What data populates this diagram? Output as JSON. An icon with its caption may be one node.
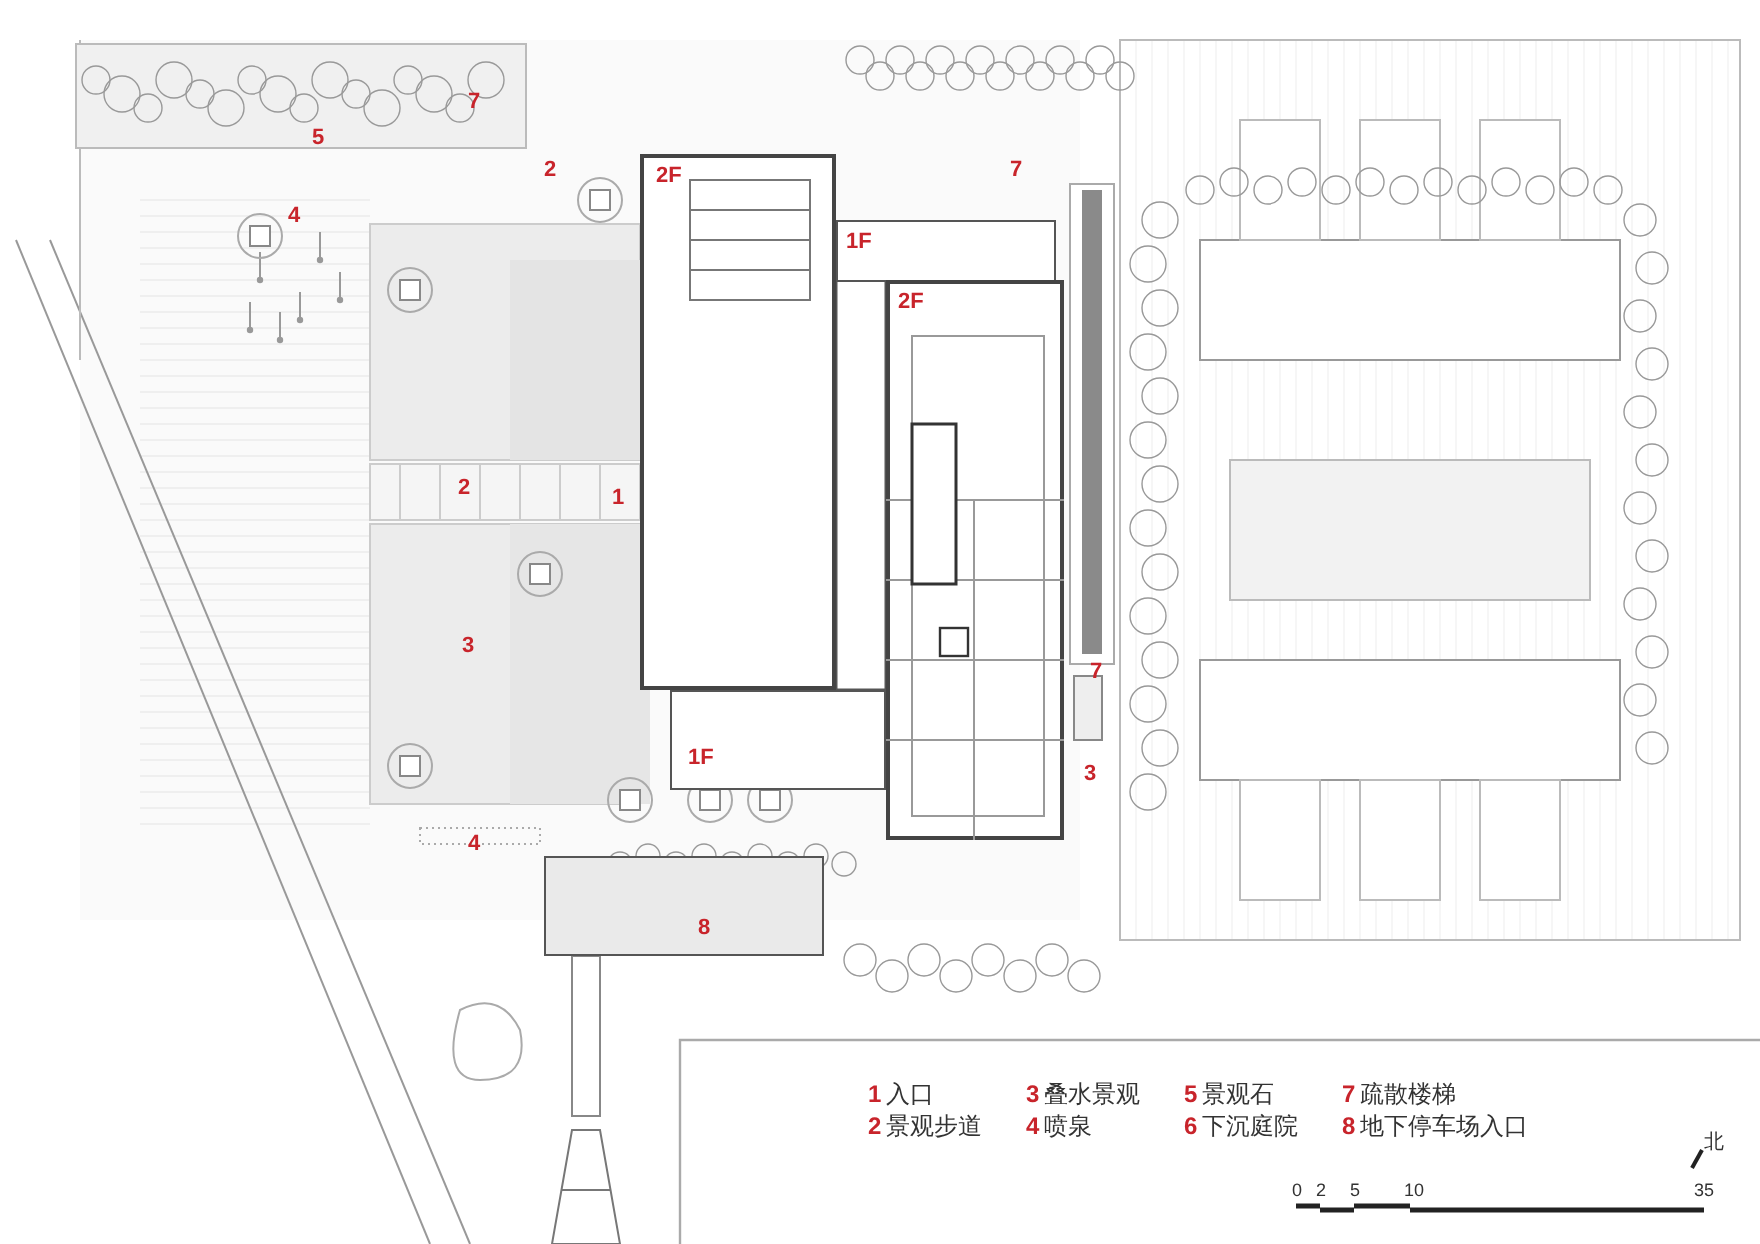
{
  "diagram": {
    "nodes": [
      {
        "text": [
          "2F"
        ]
      },
      {
        "text": [
          "1F"
        ]
      },
      {
        "text": [
          "2F"
        ]
      },
      {
        "text": [
          "1F"
        ]
      },
      {
        "text": [
          "8"
        ]
      }
    ],
    "labels": [
      "7",
      "5",
      "2",
      "7",
      "4",
      "2",
      "1",
      "3",
      "7",
      "3",
      "4",
      "1",
      "入口",
      "3",
      "叠水景观",
      "5",
      "景观石",
      "7",
      "疏散楼梯",
      "2",
      "景观步道",
      "4",
      "喷泉",
      "6",
      "下沉庭院",
      "8",
      "地下停车场入口",
      "北",
      "0",
      "2",
      "5",
      "10",
      "35"
    ]
  }
}
